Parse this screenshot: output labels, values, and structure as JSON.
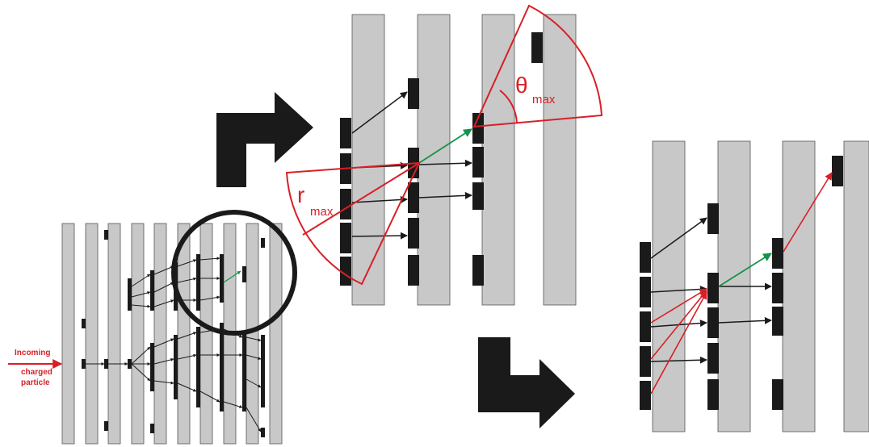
{
  "colors": {
    "plane_fill": "#c8c8c8",
    "plane_stroke": "#555555",
    "hit": "#1a1a1a",
    "arrow": "#1a1a1a",
    "highlight_arrow": "#13934a",
    "cone": "#d91f26",
    "label": "#d91f26",
    "big_arrow": "#1a1a1a"
  },
  "labels": {
    "incoming_1": "Incoming",
    "incoming_2": "charged",
    "incoming_3": "particle",
    "rmax_r": "r",
    "rmax_sub": "max",
    "theta_symbol": "θ",
    "theta_sub": "max"
  },
  "panels": {
    "overview": {
      "planes": 10,
      "description_icon": "zoom-circle"
    },
    "detail_left": {
      "planes": 4
    },
    "detail_right": {
      "planes": 4
    }
  }
}
